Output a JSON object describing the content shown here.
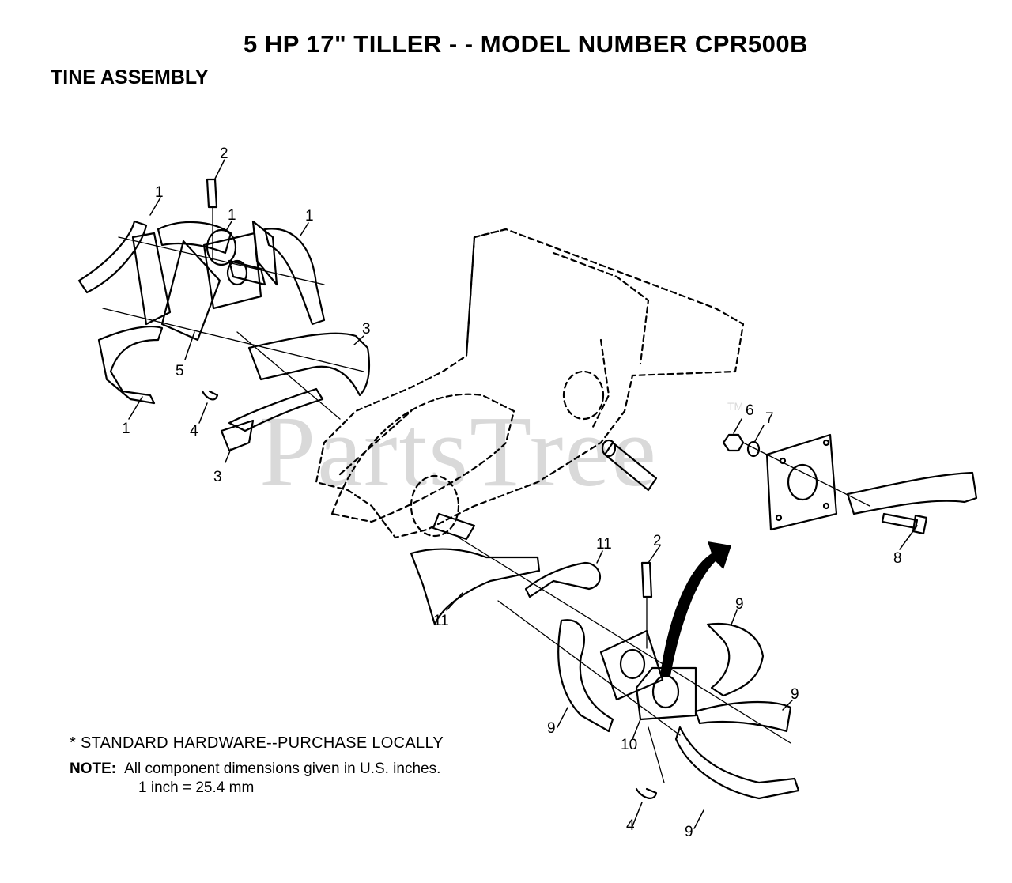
{
  "header": {
    "title": "5 HP 17\" TILLER - - MODEL NUMBER CPR500B",
    "subtitle": "TINE ASSEMBLY"
  },
  "footer": {
    "standard_hardware": "* STANDARD HARDWARE--PURCHASE LOCALLY",
    "note_label": "NOTE:",
    "note_line1": "All component dimensions given in U.S. inches.",
    "note_line2": "1 inch = 25.4 mm"
  },
  "watermark": {
    "text": "PartsTree",
    "trademark": "TM"
  },
  "callouts": [
    {
      "id": "c1a",
      "label": "1"
    },
    {
      "id": "c1b",
      "label": "1"
    },
    {
      "id": "c1c",
      "label": "1"
    },
    {
      "id": "c1d",
      "label": "1"
    },
    {
      "id": "c2a",
      "label": "2"
    },
    {
      "id": "c2b",
      "label": "2"
    },
    {
      "id": "c3a",
      "label": "3"
    },
    {
      "id": "c3b",
      "label": "3"
    },
    {
      "id": "c4a",
      "label": "4"
    },
    {
      "id": "c4b",
      "label": "4"
    },
    {
      "id": "c5",
      "label": "5"
    },
    {
      "id": "c6",
      "label": "6"
    },
    {
      "id": "c7",
      "label": "7"
    },
    {
      "id": "c8",
      "label": "8"
    },
    {
      "id": "c9a",
      "label": "9"
    },
    {
      "id": "c9b",
      "label": "9"
    },
    {
      "id": "c9c",
      "label": "9"
    },
    {
      "id": "c9d",
      "label": "9"
    },
    {
      "id": "c10",
      "label": "10"
    },
    {
      "id": "c11a",
      "label": "11"
    },
    {
      "id": "c11b",
      "label": "11"
    }
  ]
}
